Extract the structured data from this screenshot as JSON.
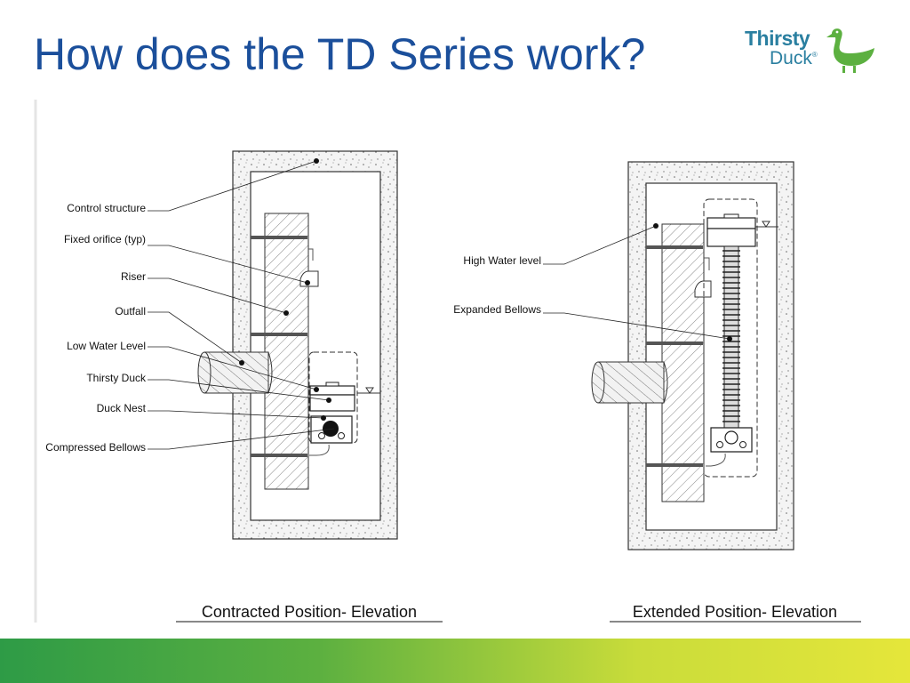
{
  "slide": {
    "title": "How does the TD Series work?"
  },
  "logo": {
    "line1": "Thirsty",
    "line2": "Duck",
    "mark": "®",
    "icon": "duck-icon"
  },
  "left_diagram": {
    "caption": "Contracted Position- Elevation",
    "labels": {
      "control_structure": "Control structure",
      "fixed_orifice": "Fixed orifice (typ)",
      "riser": "Riser",
      "outfall": "Outfall",
      "low_water_level": "Low Water Level",
      "thirsty_duck": "Thirsty Duck",
      "duck_nest": "Duck Nest",
      "compressed_bellows": "Compressed Bellows"
    }
  },
  "right_diagram": {
    "caption": "Extended Position- Elevation",
    "labels": {
      "high_water_level": "High Water level",
      "expanded_bellows": "Expanded Bellows"
    }
  },
  "colors": {
    "title": "#1b4f9b",
    "logo": "#2a7fa0",
    "duck": "#5cb040",
    "footer_start": "#2e9b46",
    "footer_end": "#e5e63a"
  }
}
